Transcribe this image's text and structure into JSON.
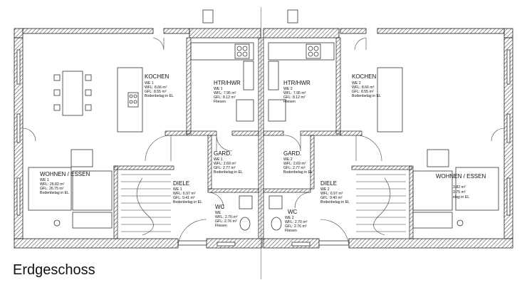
{
  "drawing": {
    "title": "Erdgeschoss"
  },
  "rooms": [
    {
      "id": "kochen_l",
      "name": "KOCHEN",
      "lines": [
        "WE 1",
        "WFL: 8.66 m²",
        "GFL: 8.55 m²",
        "Bodenbelag in EL"
      ]
    },
    {
      "id": "htr_l",
      "name": "HTR/HWR",
      "lines": [
        "WE 1",
        "WFL: 7.95 m²",
        "GFL: 8.12 m²",
        "Fliesen"
      ]
    },
    {
      "id": "htr_r",
      "name": "HTR/HWR",
      "lines": [
        "WE 2",
        "WFL: 7.95 m²",
        "GFL: 8.12 m²",
        "Fliesen"
      ]
    },
    {
      "id": "kochen_r",
      "name": "KOCHEN",
      "lines": [
        "WE 2",
        "WFL: 8.66 m²",
        "GFL: 8.55 m²",
        "Bodenbelag in EL"
      ]
    },
    {
      "id": "gard_l",
      "name": "GARD.",
      "lines": [
        "WE 1",
        "WFL: 2.69 m²",
        "GFL: 2.77 m²",
        "Bodenbelag in EL"
      ]
    },
    {
      "id": "gard_r",
      "name": "GARD.",
      "lines": [
        "WE 2",
        "WFL: 2.69 m²",
        "GFL: 2.77 m²",
        "Bodenbelag in EL"
      ]
    },
    {
      "id": "wohnen_l",
      "name": "WOHNEN / ESSEN",
      "lines": [
        "WE 1",
        "WFL: 26.82 m²",
        "GFL: 26.75 m²",
        "Bodenbelag in EL"
      ]
    },
    {
      "id": "wohnen_r",
      "name": "WOHNEN / ESSEN",
      "lines": [
        "3.82 m²",
        "3.75 m²",
        "elag in EL"
      ]
    },
    {
      "id": "diele_l",
      "name": "DIELE",
      "lines": [
        "WE 1",
        "WFL: 6.97 m²",
        "GFL: 9.41 m²",
        "Bodenbelag in EL"
      ]
    },
    {
      "id": "diele_r",
      "name": "DIELE",
      "lines": [
        "WE 2",
        "WFL: 6.97 m²",
        "GFL: 9.40 m²",
        "Bodenbelag in EL"
      ]
    },
    {
      "id": "wc_l",
      "name": "WC",
      "lines": [
        "WE",
        "WFL: 2.70 m²",
        "GFL: 2.76 m²",
        "Fliesen"
      ]
    },
    {
      "id": "wc_r",
      "name": "WC",
      "lines": [
        "WE 2",
        "WFL: 2.70 m²",
        "GFL: 2.76 m²",
        "Fliesen"
      ]
    }
  ]
}
